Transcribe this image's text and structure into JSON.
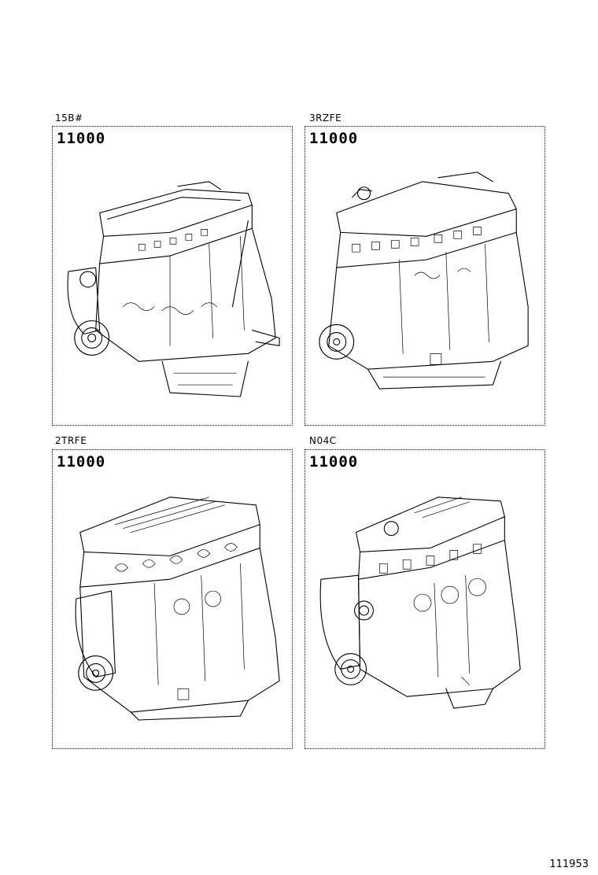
{
  "panels": [
    {
      "engine_code": "15B#",
      "part_number": "11000",
      "icon": "engine-block-15b-illustration"
    },
    {
      "engine_code": "3RZFE",
      "part_number": "11000",
      "icon": "engine-block-3rzfe-illustration"
    },
    {
      "engine_code": "2TRFE",
      "part_number": "11000",
      "icon": "engine-block-2trfe-illustration"
    },
    {
      "engine_code": "N04C",
      "part_number": "11000",
      "icon": "engine-block-n04c-illustration"
    }
  ],
  "diagram_id": "111953"
}
